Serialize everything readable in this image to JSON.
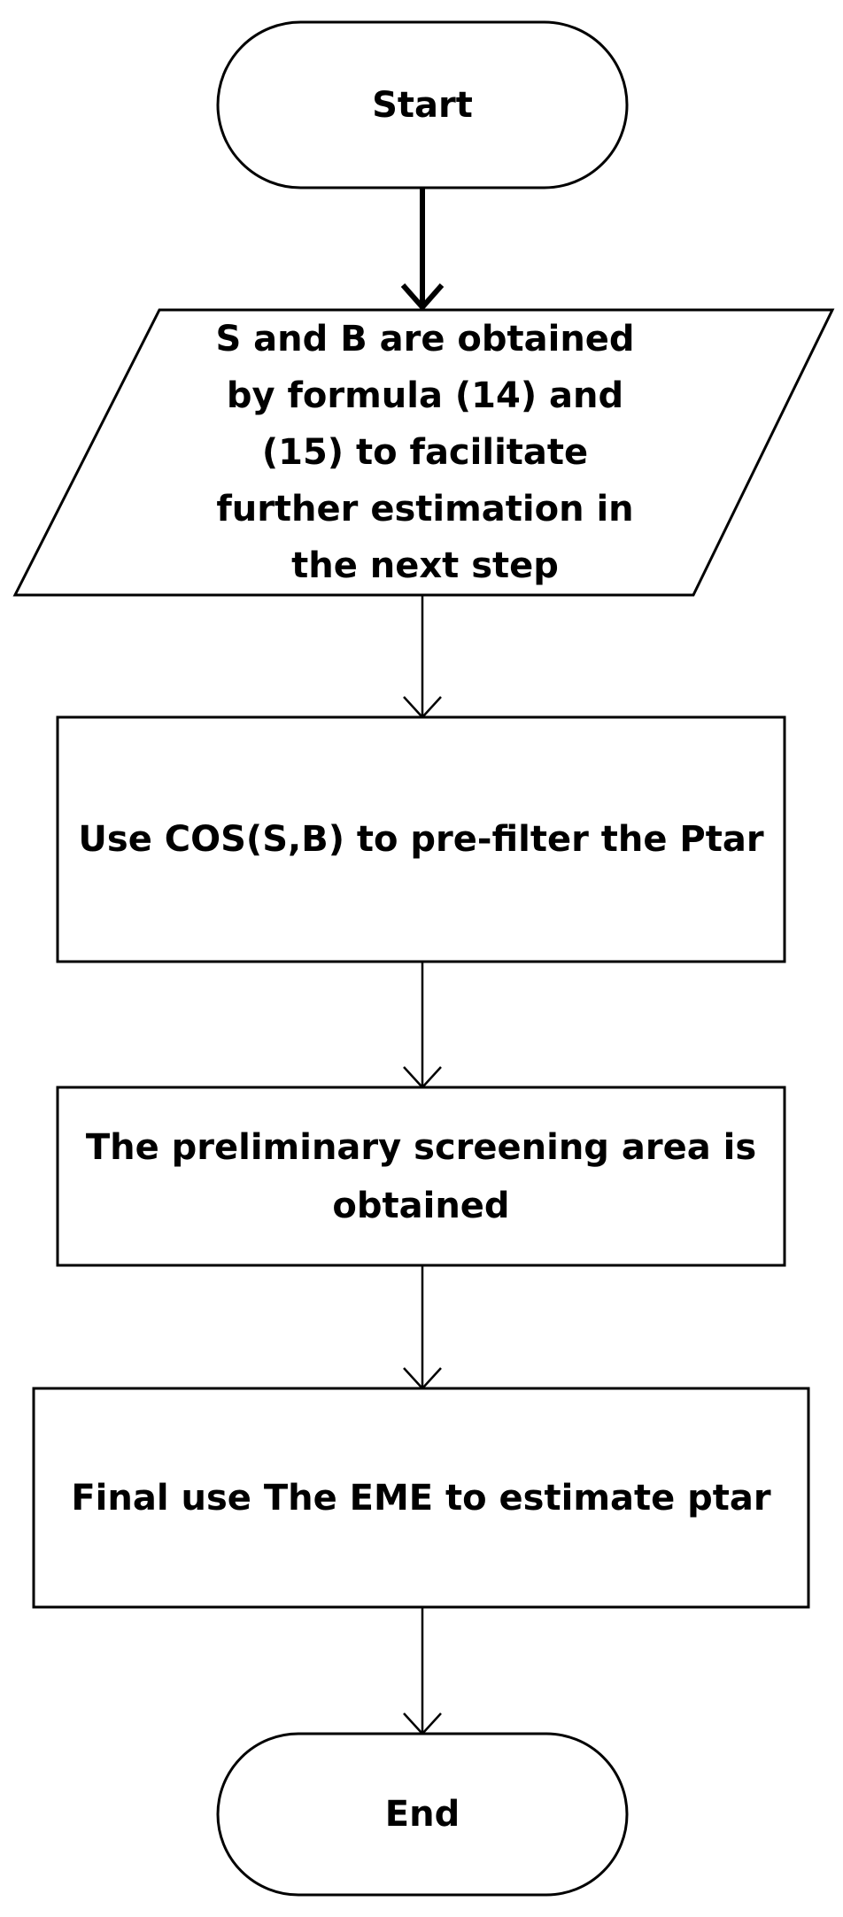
{
  "colors": {
    "stroke": "#000000",
    "fill": "#ffffff",
    "text": "#000000"
  },
  "nodes": {
    "start": {
      "label": "Start",
      "shape": "terminator"
    },
    "input": {
      "label": "S and B are obtained\nby formula (14) and\n(15) to facilitate\nfurther estimation in\nthe next step",
      "shape": "parallelogram"
    },
    "prefilter": {
      "label": "Use COS(S,B) to pre-filter the Ptar",
      "shape": "process"
    },
    "screening": {
      "label": "The preliminary screening area is\nobtained",
      "shape": "process"
    },
    "estimate": {
      "label": "Final use The EME to estimate ptar",
      "shape": "process"
    },
    "end": {
      "label": "End",
      "shape": "terminator"
    }
  },
  "edges": [
    {
      "from": "start",
      "to": "input"
    },
    {
      "from": "input",
      "to": "prefilter"
    },
    {
      "from": "prefilter",
      "to": "screening"
    },
    {
      "from": "screening",
      "to": "estimate"
    },
    {
      "from": "estimate",
      "to": "end"
    }
  ]
}
